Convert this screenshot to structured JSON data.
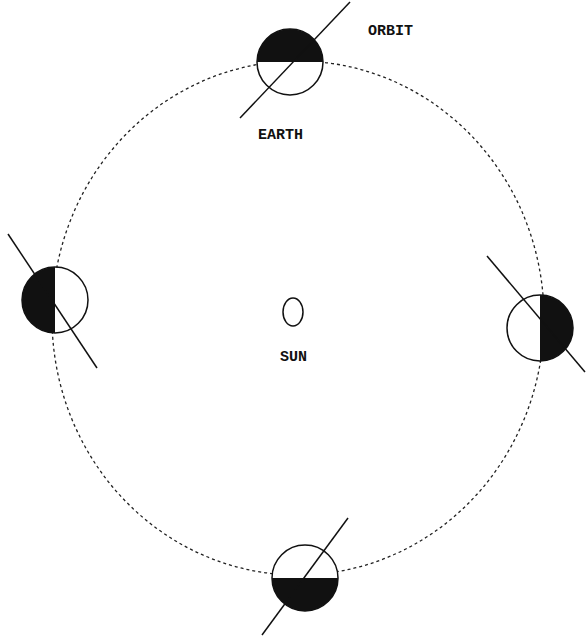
{
  "diagram": {
    "labels": [
      "ORBIT",
      "EARTH",
      "SUN"
    ]
  }
}
